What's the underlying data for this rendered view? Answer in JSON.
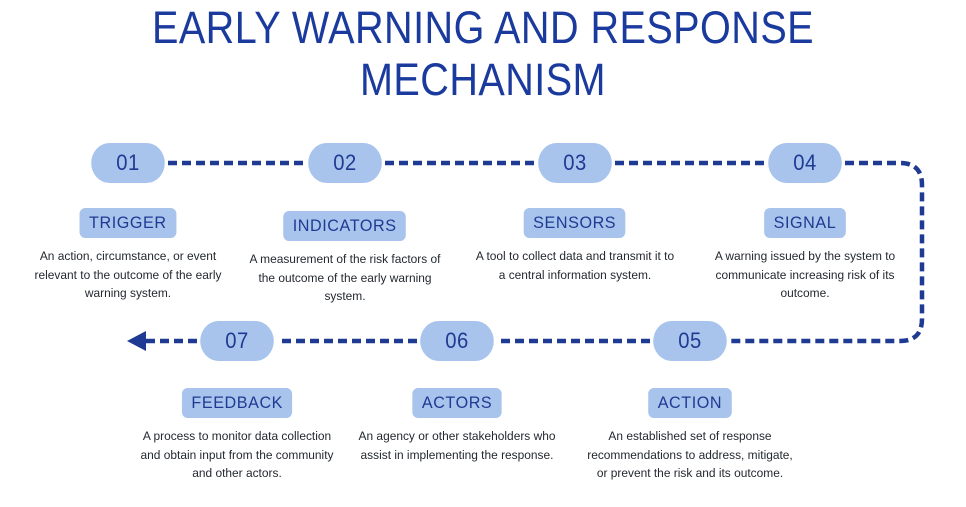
{
  "title": "EARLY WARNING AND RESPONSE\nMECHANISM",
  "colors": {
    "title": "#1a3a9e",
    "pill_bg": "#a8c4ec",
    "pill_text": "#1f3a93",
    "line": "#1f3a93",
    "body_text": "#23282f",
    "background": "#ffffff"
  },
  "steps": [
    {
      "number": "01",
      "label": "TRIGGER",
      "description": "An action, circumstance, or event relevant to the outcome of the early warning system."
    },
    {
      "number": "02",
      "label": "INDICATORS",
      "description": "A measurement of the risk factors of the outcome of the early warning system."
    },
    {
      "number": "03",
      "label": "SENSORS",
      "description": "A tool to collect data and transmit it to a central information system."
    },
    {
      "number": "04",
      "label": "SIGNAL",
      "description": "A warning issued by the system to communicate increasing risk of its outcome."
    },
    {
      "number": "05",
      "label": "ACTION",
      "description": "An established set of response recommendations to address, mitigate, or prevent the risk and its outcome."
    },
    {
      "number": "06",
      "label": "ACTORS",
      "description": "An agency or other stakeholders who assist in implementing the response."
    },
    {
      "number": "07",
      "label": "FEEDBACK",
      "description": "A process to monitor data collection and obtain input from the community and other actors."
    }
  ],
  "connector": {
    "style": "dashed",
    "arrow": "arrow-left-icon",
    "direction": "left"
  }
}
